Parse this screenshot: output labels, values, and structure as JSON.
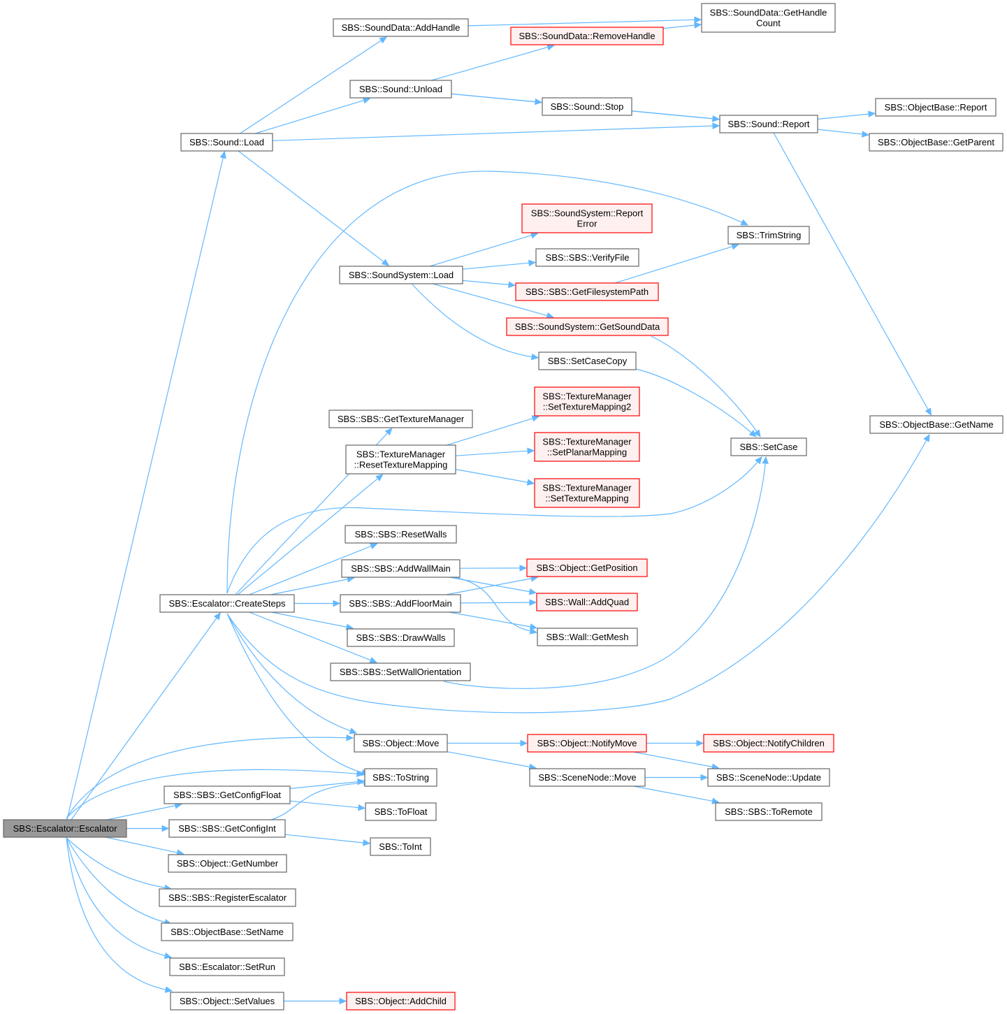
{
  "graph": {
    "colors": {
      "edge": "#63b8ff",
      "normal_fill": "#ffffff",
      "normal_border": "#666666",
      "root_fill": "#999999",
      "root_border": "#666666",
      "undocumented_fill": "#fff0f0",
      "undocumented_border": "#ff0000"
    },
    "nodes": [
      {
        "id": "escalator",
        "lines": [
          "SBS::Escalator::Escalator"
        ],
        "kind": "root"
      },
      {
        "id": "sound_load",
        "lines": [
          "SBS::Sound::Load"
        ],
        "kind": "normal"
      },
      {
        "id": "sd_addhandle",
        "lines": [
          "SBS::SoundData::AddHandle"
        ],
        "kind": "normal"
      },
      {
        "id": "sd_gethandlecount",
        "lines": [
          "SBS::SoundData::GetHandle",
          "Count"
        ],
        "kind": "normal"
      },
      {
        "id": "sd_removehandle",
        "lines": [
          "SBS::SoundData::RemoveHandle"
        ],
        "kind": "undocumented"
      },
      {
        "id": "sound_unload",
        "lines": [
          "SBS::Sound::Unload"
        ],
        "kind": "normal"
      },
      {
        "id": "sound_stop",
        "lines": [
          "SBS::Sound::Stop"
        ],
        "kind": "normal"
      },
      {
        "id": "sound_report",
        "lines": [
          "SBS::Sound::Report"
        ],
        "kind": "normal"
      },
      {
        "id": "ob_report",
        "lines": [
          "SBS::ObjectBase::Report"
        ],
        "kind": "normal"
      },
      {
        "id": "ob_getparent",
        "lines": [
          "SBS::ObjectBase::GetParent"
        ],
        "kind": "normal"
      },
      {
        "id": "ss_reporterror",
        "lines": [
          "SBS::SoundSystem::Report",
          "Error"
        ],
        "kind": "undocumented"
      },
      {
        "id": "trimstring",
        "lines": [
          "SBS::TrimString"
        ],
        "kind": "normal"
      },
      {
        "id": "verifyfile",
        "lines": [
          "SBS::SBS::VerifyFile"
        ],
        "kind": "normal"
      },
      {
        "id": "ss_load",
        "lines": [
          "SBS::SoundSystem::Load"
        ],
        "kind": "normal"
      },
      {
        "id": "getfilesystempath",
        "lines": [
          "SBS::SBS::GetFilesystemPath"
        ],
        "kind": "undocumented"
      },
      {
        "id": "ss_getsounddata",
        "lines": [
          "SBS::SoundSystem::GetSoundData"
        ],
        "kind": "undocumented"
      },
      {
        "id": "setcasecopy",
        "lines": [
          "SBS::SetCaseCopy"
        ],
        "kind": "normal"
      },
      {
        "id": "gettexturemanager",
        "lines": [
          "SBS::SBS::GetTextureManager"
        ],
        "kind": "normal"
      },
      {
        "id": "tm_settexturemapping2",
        "lines": [
          "SBS::TextureManager",
          "::SetTextureMapping2"
        ],
        "kind": "undocumented"
      },
      {
        "id": "ob_getname",
        "lines": [
          "SBS::ObjectBase::GetName"
        ],
        "kind": "normal"
      },
      {
        "id": "tm_resettexturemapping",
        "lines": [
          "SBS::TextureManager",
          "::ResetTextureMapping"
        ],
        "kind": "normal"
      },
      {
        "id": "tm_setplanarmapping",
        "lines": [
          "SBS::TextureManager",
          "::SetPlanarMapping"
        ],
        "kind": "undocumented"
      },
      {
        "id": "setcase",
        "lines": [
          "SBS::SetCase"
        ],
        "kind": "normal"
      },
      {
        "id": "tm_settexturemapping",
        "lines": [
          "SBS::TextureManager",
          "::SetTextureMapping"
        ],
        "kind": "undocumented"
      },
      {
        "id": "resetwalls",
        "lines": [
          "SBS::SBS::ResetWalls"
        ],
        "kind": "normal"
      },
      {
        "id": "addwallmain",
        "lines": [
          "SBS::SBS::AddWallMain"
        ],
        "kind": "normal"
      },
      {
        "id": "obj_getposition",
        "lines": [
          "SBS::Object::GetPosition"
        ],
        "kind": "undocumented"
      },
      {
        "id": "createsteps",
        "lines": [
          "SBS::Escalator::CreateSteps"
        ],
        "kind": "normal"
      },
      {
        "id": "addfloormain",
        "lines": [
          "SBS::SBS::AddFloorMain"
        ],
        "kind": "normal"
      },
      {
        "id": "wall_addquad",
        "lines": [
          "SBS::Wall::AddQuad"
        ],
        "kind": "undocumented"
      },
      {
        "id": "drawwalls",
        "lines": [
          "SBS::SBS::DrawWalls"
        ],
        "kind": "normal"
      },
      {
        "id": "wall_getmesh",
        "lines": [
          "SBS::Wall::GetMesh"
        ],
        "kind": "normal"
      },
      {
        "id": "setwallorientation",
        "lines": [
          "SBS::SBS::SetWallOrientation"
        ],
        "kind": "normal"
      },
      {
        "id": "obj_move",
        "lines": [
          "SBS::Object::Move"
        ],
        "kind": "normal"
      },
      {
        "id": "obj_notifymove",
        "lines": [
          "SBS::Object::NotifyMove"
        ],
        "kind": "undocumented"
      },
      {
        "id": "obj_notifychildren",
        "lines": [
          "SBS::Object::NotifyChildren"
        ],
        "kind": "undocumented"
      },
      {
        "id": "tostring",
        "lines": [
          "SBS::ToString"
        ],
        "kind": "normal"
      },
      {
        "id": "scenenode_move",
        "lines": [
          "SBS::SceneNode::Move"
        ],
        "kind": "normal"
      },
      {
        "id": "scenenode_update",
        "lines": [
          "SBS::SceneNode::Update"
        ],
        "kind": "normal"
      },
      {
        "id": "getconfigfloat",
        "lines": [
          "SBS::SBS::GetConfigFloat"
        ],
        "kind": "normal"
      },
      {
        "id": "tofloat",
        "lines": [
          "SBS::ToFloat"
        ],
        "kind": "normal"
      },
      {
        "id": "toremote",
        "lines": [
          "SBS::SBS::ToRemote"
        ],
        "kind": "normal"
      },
      {
        "id": "getconfigint",
        "lines": [
          "SBS::SBS::GetConfigInt"
        ],
        "kind": "normal"
      },
      {
        "id": "toint",
        "lines": [
          "SBS::ToInt"
        ],
        "kind": "normal"
      },
      {
        "id": "obj_getnumber",
        "lines": [
          "SBS::Object::GetNumber"
        ],
        "kind": "normal"
      },
      {
        "id": "registerescalator",
        "lines": [
          "SBS::SBS::RegisterEscalator"
        ],
        "kind": "normal"
      },
      {
        "id": "ob_setname",
        "lines": [
          "SBS::ObjectBase::SetName"
        ],
        "kind": "normal"
      },
      {
        "id": "esc_setrun",
        "lines": [
          "SBS::Escalator::SetRun"
        ],
        "kind": "normal"
      },
      {
        "id": "obj_setvalues",
        "lines": [
          "SBS::Object::SetValues"
        ],
        "kind": "normal"
      },
      {
        "id": "obj_addchild",
        "lines": [
          "SBS::Object::AddChild"
        ],
        "kind": "undocumented"
      }
    ],
    "edges": [
      {
        "from": "escalator",
        "to": "sound_load"
      },
      {
        "from": "escalator",
        "to": "createsteps"
      },
      {
        "from": "escalator",
        "to": "obj_move"
      },
      {
        "from": "escalator",
        "to": "tostring"
      },
      {
        "from": "escalator",
        "to": "getconfigfloat"
      },
      {
        "from": "escalator",
        "to": "getconfigint"
      },
      {
        "from": "escalator",
        "to": "obj_getnumber"
      },
      {
        "from": "escalator",
        "to": "registerescalator"
      },
      {
        "from": "escalator",
        "to": "ob_setname"
      },
      {
        "from": "escalator",
        "to": "esc_setrun"
      },
      {
        "from": "escalator",
        "to": "obj_setvalues"
      },
      {
        "from": "sound_load",
        "to": "sd_addhandle"
      },
      {
        "from": "sound_load",
        "to": "sound_unload"
      },
      {
        "from": "sound_load",
        "to": "sound_report"
      },
      {
        "from": "sound_load",
        "to": "ss_load"
      },
      {
        "from": "sd_addhandle",
        "to": "sd_gethandlecount"
      },
      {
        "from": "sd_removehandle",
        "to": "sd_gethandlecount"
      },
      {
        "from": "sound_unload",
        "to": "sd_removehandle"
      },
      {
        "from": "sound_unload",
        "to": "sound_stop"
      },
      {
        "from": "sound_unload",
        "to": "sound_report"
      },
      {
        "from": "sound_stop",
        "to": "sound_report"
      },
      {
        "from": "sound_report",
        "to": "ob_report"
      },
      {
        "from": "sound_report",
        "to": "ob_getparent"
      },
      {
        "from": "sound_report",
        "to": "ob_getname"
      },
      {
        "from": "ss_load",
        "to": "ss_reporterror"
      },
      {
        "from": "ss_load",
        "to": "verifyfile"
      },
      {
        "from": "ss_load",
        "to": "getfilesystempath"
      },
      {
        "from": "ss_load",
        "to": "ss_getsounddata"
      },
      {
        "from": "ss_load",
        "to": "setcasecopy"
      },
      {
        "from": "getfilesystempath",
        "to": "trimstring"
      },
      {
        "from": "ss_getsounddata",
        "to": "setcase"
      },
      {
        "from": "setcasecopy",
        "to": "setcase"
      },
      {
        "from": "createsteps",
        "to": "trimstring"
      },
      {
        "from": "createsteps",
        "to": "gettexturemanager"
      },
      {
        "from": "createsteps",
        "to": "tm_resettexturemapping"
      },
      {
        "from": "createsteps",
        "to": "setcase"
      },
      {
        "from": "createsteps",
        "to": "resetwalls"
      },
      {
        "from": "createsteps",
        "to": "addwallmain"
      },
      {
        "from": "createsteps",
        "to": "addfloormain"
      },
      {
        "from": "createsteps",
        "to": "drawwalls"
      },
      {
        "from": "createsteps",
        "to": "setwallorientation"
      },
      {
        "from": "createsteps",
        "to": "ob_getname"
      },
      {
        "from": "createsteps",
        "to": "obj_move"
      },
      {
        "from": "createsteps",
        "to": "tostring"
      },
      {
        "from": "tm_resettexturemapping",
        "to": "tm_settexturemapping2"
      },
      {
        "from": "tm_resettexturemapping",
        "to": "tm_setplanarmapping"
      },
      {
        "from": "tm_resettexturemapping",
        "to": "tm_settexturemapping"
      },
      {
        "from": "addwallmain",
        "to": "obj_getposition"
      },
      {
        "from": "addwallmain",
        "to": "wall_addquad"
      },
      {
        "from": "addwallmain",
        "to": "wall_getmesh"
      },
      {
        "from": "addfloormain",
        "to": "obj_getposition"
      },
      {
        "from": "addfloormain",
        "to": "wall_addquad"
      },
      {
        "from": "addfloormain",
        "to": "wall_getmesh"
      },
      {
        "from": "setwallorientation",
        "to": "setcase"
      },
      {
        "from": "obj_move",
        "to": "obj_notifymove"
      },
      {
        "from": "obj_move",
        "to": "scenenode_move"
      },
      {
        "from": "obj_notifymove",
        "to": "obj_notifychildren"
      },
      {
        "from": "obj_notifymove",
        "to": "scenenode_update"
      },
      {
        "from": "scenenode_move",
        "to": "scenenode_update"
      },
      {
        "from": "scenenode_move",
        "to": "toremote"
      },
      {
        "from": "getconfigfloat",
        "to": "tostring"
      },
      {
        "from": "getconfigfloat",
        "to": "tofloat"
      },
      {
        "from": "getconfigint",
        "to": "tostring"
      },
      {
        "from": "getconfigint",
        "to": "toint"
      },
      {
        "from": "obj_setvalues",
        "to": "obj_addchild"
      }
    ]
  }
}
